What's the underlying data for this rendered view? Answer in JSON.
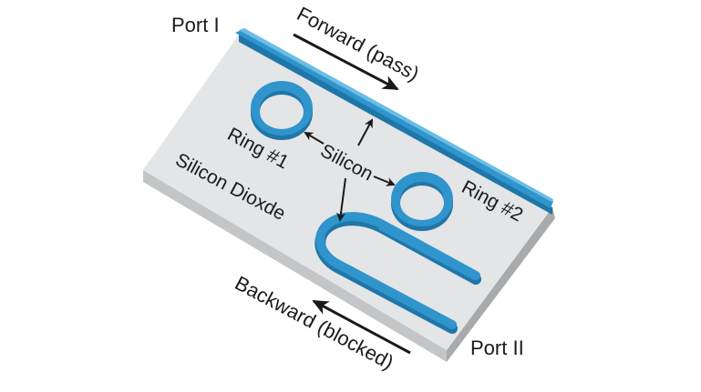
{
  "diagram": {
    "title": "Silicon ring resonator optical isolator",
    "colors": {
      "silicon": "#2f95cc",
      "silicon_dark": "#1f76a8",
      "silicon_light": "#6cbde6",
      "oxide_top": "#e4e5e7",
      "oxide_side": "#b9babc",
      "oxide_front": "#cfd0d2",
      "text": "#1a1a1a"
    },
    "labels": {
      "port_1": "Port I",
      "port_2": "Port II",
      "forward": "Forward (pass)",
      "backward": "Backward (blocked)",
      "ring_1": "Ring #1",
      "ring_2": "Ring #2",
      "silicon": "Silicon",
      "substrate": "Silicon Dioxde"
    },
    "components": [
      {
        "id": "bus-waveguide",
        "material": "Silicon"
      },
      {
        "id": "ring-1",
        "material": "Silicon"
      },
      {
        "id": "ring-2",
        "material": "Silicon"
      },
      {
        "id": "u-waveguide",
        "material": "Silicon"
      },
      {
        "id": "substrate-slab",
        "material": "Silicon Dioxde"
      }
    ]
  }
}
